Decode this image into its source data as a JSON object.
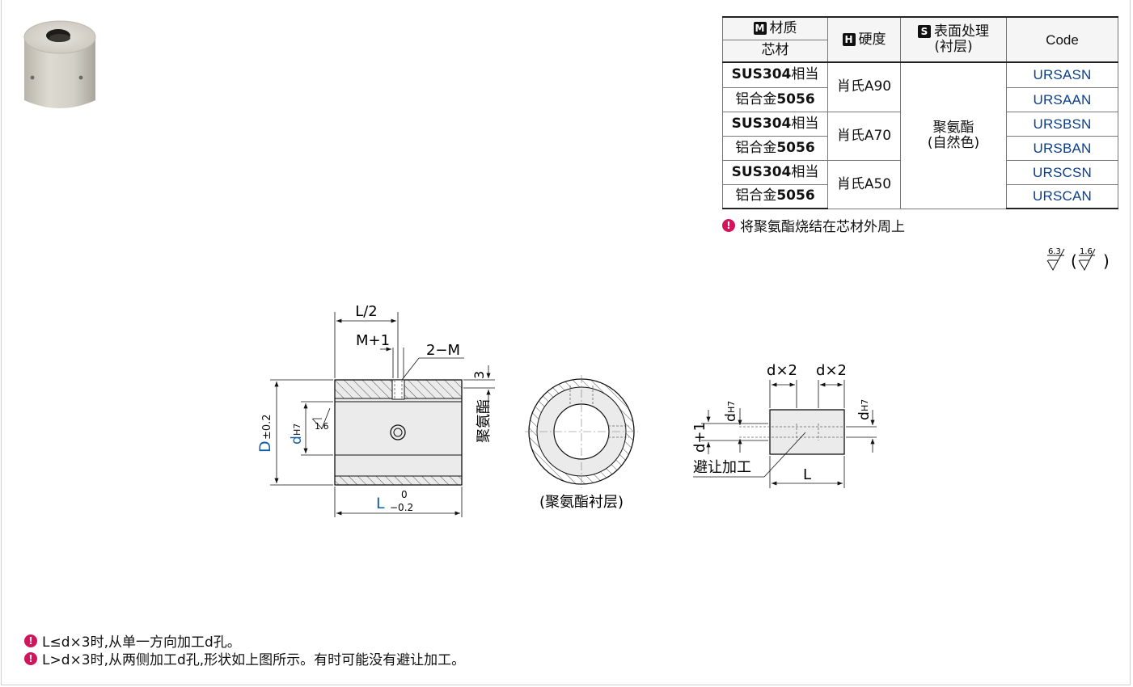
{
  "table": {
    "header": {
      "material_badge": "M",
      "material_label": "材质",
      "material_sub": "芯材",
      "hardness_badge": "H",
      "hardness_label": "硬度",
      "surface_badge": "S",
      "surface_label": "表面处理",
      "surface_sub": "(衬层)",
      "code_label": "Code"
    },
    "rows": [
      {
        "mat_bold": "SUS304",
        "mat_rest": "相当",
        "code": "URSASN"
      },
      {
        "mat_pre": "铝合金",
        "mat_bold": "5056",
        "code": "URSAAN"
      },
      {
        "mat_bold": "SUS304",
        "mat_rest": "相当",
        "code": "URSBSN"
      },
      {
        "mat_pre": "铝合金",
        "mat_bold": "5056",
        "code": "URSBAN"
      },
      {
        "mat_bold": "SUS304",
        "mat_rest": "相当",
        "code": "URSCSN"
      },
      {
        "mat_pre": "铝合金",
        "mat_bold": "5056",
        "code": "URSCAN"
      }
    ],
    "hardness": [
      "肖氏A90",
      "肖氏A70",
      "肖氏A50"
    ],
    "surface_line1": "聚氨酯",
    "surface_line2": "(自然色)"
  },
  "note_top": "将聚氨酯烧结在芯材外周上",
  "roughness": {
    "value1": "6.3",
    "value2": "1.6"
  },
  "drawing1": {
    "half_length": "L/2",
    "m_plus_1": "M+1",
    "two_m": "2−M",
    "three": "3",
    "layer_label": "聚氨酯",
    "d_label": "D",
    "d_tol": "±0.2",
    "dh7": "d",
    "dh7_sub": "H7",
    "rough": "1.6",
    "l_label": "L",
    "l_tol_up": "0",
    "l_tol_down": "−0.2"
  },
  "drawing2": {
    "caption": "(聚氨酯衬层)"
  },
  "drawing3": {
    "dx2_left": "d×2",
    "dx2_right": "d×2",
    "dh7_left": "d",
    "dh7_left_sub": "H7",
    "dh7_right": "d",
    "dh7_right_sub": "H7",
    "d_plus_1": "d+1",
    "relief": "避让加工",
    "l_label": "L"
  },
  "notes_bottom": [
    "L≤d×3时,从单一方向加工d孔。",
    "L>d×3时,从两侧加工d孔,形状如上图所示。有时可能没有避让加工。"
  ],
  "colors": {
    "accent_blue": "#0b5fa6",
    "code_blue": "#0b3f8c",
    "warn": "#d4145a"
  }
}
